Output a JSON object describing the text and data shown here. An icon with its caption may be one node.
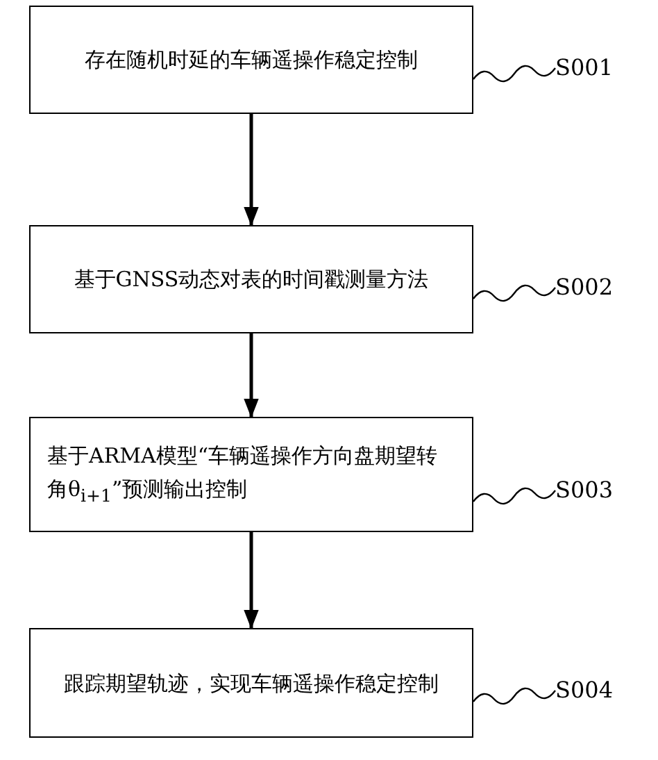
{
  "diagram": {
    "nodes": [
      {
        "text": [
          "存在随机时延的车辆遥操作稳定控制"
        ]
      },
      {
        "text": [
          "S001"
        ]
      },
      {
        "text": [
          "基于GNSS动态对表的时间戳测量方法"
        ]
      },
      {
        "text": [
          "S002"
        ]
      },
      {
        "text": [
          "基于ARMA模型“车辆遥操作方向盘期望转角θ$_{i+1}$”预测输出控制"
        ]
      },
      {
        "text": [
          "S003"
        ]
      },
      {
        "text": [
          "跟踪期望轨迹，实现车辆遥操作稳定控制"
        ]
      },
      {
        "text": [
          "S004"
        ]
      }
    ],
    "edges": [
      {
        "from": 0,
        "to": 2,
        "arrow": "to"
      },
      {
        "from": 2,
        "to": 4,
        "arrow": "to"
      },
      {
        "from": 4,
        "to": 6,
        "arrow": "to"
      },
      {
        "from": 1,
        "to": 0,
        "arrow": "none"
      },
      {
        "from": 3,
        "to": 2,
        "arrow": "none"
      },
      {
        "from": 5,
        "to": 4,
        "arrow": "none"
      },
      {
        "from": 7,
        "to": 6,
        "arrow": "none"
      }
    ]
  }
}
